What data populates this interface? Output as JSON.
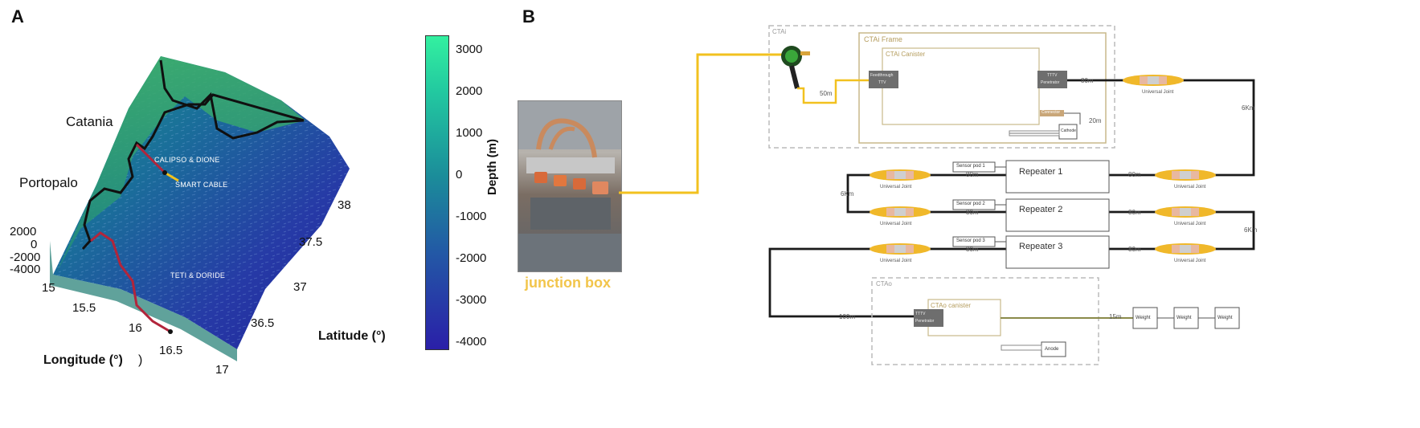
{
  "panels": {
    "a": "A",
    "b": "B"
  },
  "map": {
    "places": {
      "catania": "Catania",
      "portopalo": "Portopalo"
    },
    "cables": {
      "calipso": "CALIPSO & DIONE",
      "smart": "SMART CABLE",
      "teti": "TETI & DORIDE"
    },
    "z_ticks": [
      "2000",
      "0",
      "-2000",
      "-4000"
    ],
    "lon_ticks": [
      "15",
      "15.5",
      "16",
      "16.5",
      "17"
    ],
    "lat_ticks": [
      "38",
      "37.5",
      "37",
      "36.5"
    ],
    "xlabel": "Longitude (°)",
    "xlabel_paren": ")",
    "ylabel": "Latitude (°)"
  },
  "colorbar": {
    "label": "Depth (m)",
    "ticks": [
      "3000",
      "2000",
      "1000",
      "0",
      "-1000",
      "-2000",
      "-3000",
      "-4000"
    ],
    "colors": {
      "top": "#33f0a0",
      "mid": "#1b8c9a",
      "bottom": "#2a1fa8"
    }
  },
  "diagram": {
    "junction_box_label": "junction box",
    "cta_i": "CTAi",
    "cta_i_frame": "CTAi Frame",
    "cta_i_canister": "CTAi Canister",
    "feedthrough": "Feedthrough",
    "feedthrough_sub": "TTV",
    "penetrator": "TTTV",
    "penetrator_sub": "Penetrator",
    "connector": "Connector",
    "cathode": "Cathode",
    "cta_o": "CTAo",
    "cta_o_canister": "CTAo canister",
    "anode": "Anode",
    "joint": "Universal Joint",
    "repeaters": [
      "Repeater 1",
      "Repeater 2",
      "Repeater 3"
    ],
    "sensors": [
      "Sensor pod 1",
      "Sensor pod 2",
      "Sensor pod 3"
    ],
    "weight": "Weight",
    "lengths": {
      "l50": "50m",
      "l20": "20m",
      "l80": "80m",
      "l6km": "6Km",
      "l100": "100m",
      "l15": "15m"
    },
    "colors": {
      "cable": "#f2c11f",
      "line": "#1a1a1a",
      "frame": "#c9b98a"
    }
  }
}
